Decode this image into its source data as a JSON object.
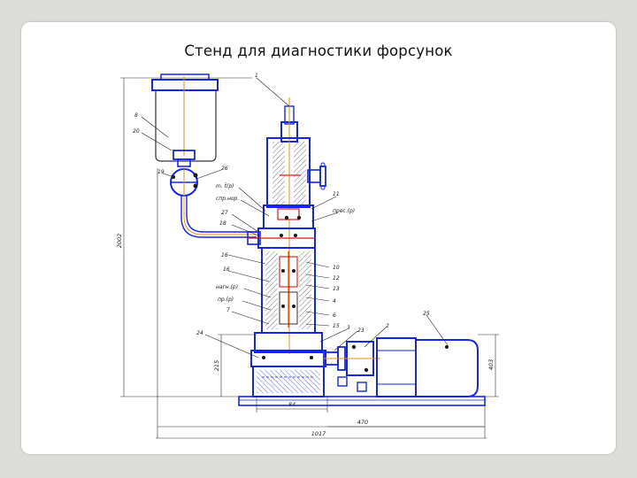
{
  "title": "Стенд для диагностики форсунок",
  "colors": {
    "blue": "#1626e6",
    "orange": "#e0901a",
    "red": "#d81a1a",
    "line": "#2a2a2a",
    "hatch": "#5a5a5a"
  },
  "callouts": {
    "c1": "1",
    "c8": "8",
    "c20": "20",
    "c19": "19",
    "c26": "26",
    "c_temp": "m. t̃(p)",
    "c_spr": "спр.нор.",
    "c27": "27",
    "c18": "18",
    "c11": "11",
    "c_pres": "прес.(p)",
    "c_left1": "16",
    "c_left2": "16",
    "c_diag1": "нагн.(p)",
    "c_diag2": "пр.(р)",
    "c_left3": "7",
    "c24": "24",
    "r_list": [
      "10",
      "12",
      "13",
      "4",
      "6",
      "15"
    ],
    "c3": "3",
    "c23": "23",
    "c2": "2",
    "c25": "25"
  },
  "dimensions": {
    "height_total": "2002",
    "height_base": "215",
    "width_tank": "84",
    "width_mid": "470",
    "width_total": "1017",
    "height_motor": "403"
  }
}
